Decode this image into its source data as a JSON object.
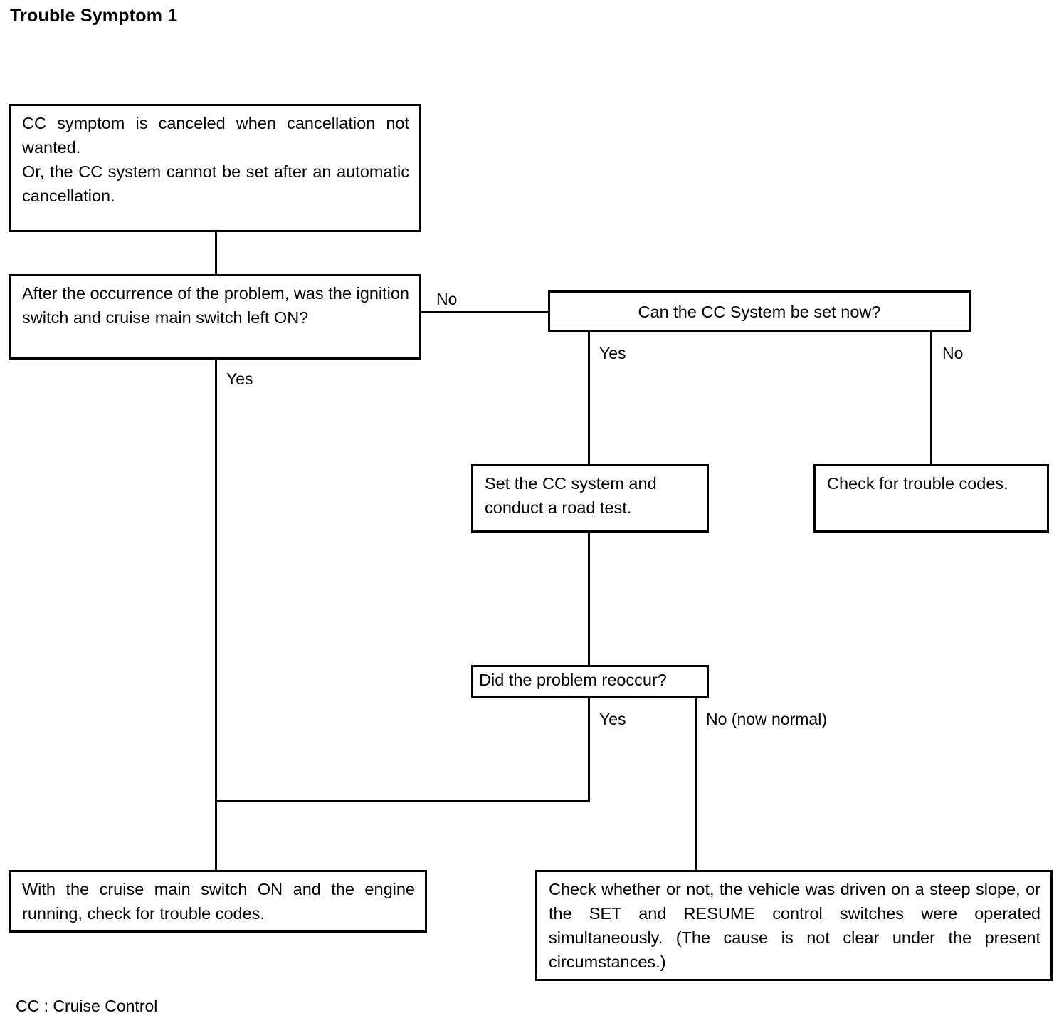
{
  "page": {
    "title": "Trouble Symptom 1",
    "footnote": "CC : Cruise Control"
  },
  "chart_data": {
    "type": "diagram",
    "diagram_kind": "flowchart",
    "title": "Trouble Symptom 1",
    "legend_note": "CC : Cruise Control",
    "nodes": [
      {
        "id": "symptom",
        "kind": "process",
        "text": "CC symptom is canceled when cancellation not wanted.\nOr, the CC system cannot be set after an automatic cancellation."
      },
      {
        "id": "ignition-question",
        "kind": "decision",
        "text": "After the occurrence of the problem, was the ignition switch and cruise main switch left ON?"
      },
      {
        "id": "can-set-question",
        "kind": "decision",
        "text": "Can the CC System be set now?"
      },
      {
        "id": "set-road-test",
        "kind": "process",
        "text": "Set the CC system and conduct a road test."
      },
      {
        "id": "check-trouble-codes",
        "kind": "process",
        "text": "Check for trouble codes."
      },
      {
        "id": "reoccur-question",
        "kind": "decision",
        "text": "Did the problem reoccur?"
      },
      {
        "id": "cruise-on-check-codes",
        "kind": "process",
        "text": "With the cruise main switch ON and the engine running, check for trouble codes."
      },
      {
        "id": "check-steep-slope",
        "kind": "process",
        "text": "Check whether or not, the vehicle was driven on a steep slope, or the SET and RESUME control switches were operated simultaneously. (The cause is not clear under the present circumstances.)"
      }
    ],
    "edges": [
      {
        "from": "symptom",
        "to": "ignition-question",
        "label": ""
      },
      {
        "from": "ignition-question",
        "to": "can-set-question",
        "label": "No"
      },
      {
        "from": "ignition-question",
        "to": "cruise-on-check-codes",
        "label": "Yes"
      },
      {
        "from": "can-set-question",
        "to": "set-road-test",
        "label": "Yes"
      },
      {
        "from": "can-set-question",
        "to": "check-trouble-codes",
        "label": "No"
      },
      {
        "from": "set-road-test",
        "to": "reoccur-question",
        "label": ""
      },
      {
        "from": "reoccur-question",
        "to": "cruise-on-check-codes",
        "label": "Yes"
      },
      {
        "from": "reoccur-question",
        "to": "check-steep-slope",
        "label": "No (now normal)"
      }
    ]
  },
  "boxes": {
    "symptom": "CC symptom is canceled when cancellation not wanted.\nOr, the CC system cannot be set after an automatic cancellation.",
    "ignition_question": "After the occurrence of the problem, was the ignition switch and cruise main switch left ON?",
    "can_set_question": "Can the CC System be set now?",
    "set_road_test": "Set the CC system and conduct a road test.",
    "check_trouble_codes": "Check for trouble codes.",
    "reoccur_question": "Did the problem reoccur?",
    "cruise_on_check_codes": "With the cruise main switch ON and the engine running, check for trouble codes.",
    "check_steep_slope": "Check whether or not, the vehicle was driven on a steep slope, or the SET and RESUME control switches were operated simultaneously. (The cause is not clear under the present circumstances.)"
  },
  "labels": {
    "ignition_no": "No",
    "ignition_yes": "Yes",
    "can_set_yes": "Yes",
    "can_set_no": "No",
    "reoccur_yes": "Yes",
    "reoccur_no": "No (now normal)"
  }
}
